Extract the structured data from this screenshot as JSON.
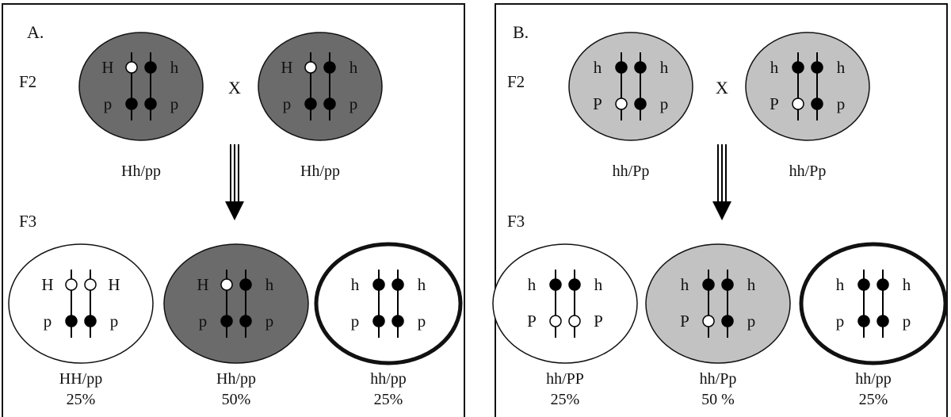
{
  "colors": {
    "dark_cell": "#6b6b6b",
    "light_cell": "#c2c2c2",
    "white_cell": "#ffffff",
    "allele_dominant": "#ffffff",
    "allele_recessive": "#000000",
    "outline": "#111111"
  },
  "panels": [
    {
      "id": "A",
      "label": "A.",
      "f2_label": "F2",
      "cross_symbol": "X",
      "f3_label": "F3",
      "parents": [
        {
          "fill": "dark",
          "genotype": "Hh/pp",
          "rows": [
            {
              "left": "H",
              "right": "h",
              "alleles": [
                "white",
                "black"
              ]
            },
            {
              "left": "p",
              "right": "p",
              "alleles": [
                "black",
                "black"
              ]
            }
          ]
        },
        {
          "fill": "dark",
          "genotype": "Hh/pp",
          "rows": [
            {
              "left": "H",
              "right": "h",
              "alleles": [
                "white",
                "black"
              ]
            },
            {
              "left": "p",
              "right": "p",
              "alleles": [
                "black",
                "black"
              ]
            }
          ]
        }
      ],
      "offspring": [
        {
          "fill": "white",
          "thick": false,
          "genotype": "HH/pp",
          "percent": "25%",
          "rows": [
            {
              "left": "H",
              "right": "H",
              "alleles": [
                "white",
                "white"
              ]
            },
            {
              "left": "p",
              "right": "p",
              "alleles": [
                "black",
                "black"
              ]
            }
          ]
        },
        {
          "fill": "dark",
          "thick": false,
          "genotype": "Hh/pp",
          "percent": "50%",
          "rows": [
            {
              "left": "H",
              "right": "h",
              "alleles": [
                "white",
                "black"
              ]
            },
            {
              "left": "p",
              "right": "p",
              "alleles": [
                "black",
                "black"
              ]
            }
          ]
        },
        {
          "fill": "white",
          "thick": true,
          "genotype": "hh/pp",
          "percent": "25%",
          "rows": [
            {
              "left": "h",
              "right": "h",
              "alleles": [
                "black",
                "black"
              ]
            },
            {
              "left": "p",
              "right": "p",
              "alleles": [
                "black",
                "black"
              ]
            }
          ]
        }
      ]
    },
    {
      "id": "B",
      "label": "B.",
      "f2_label": "F2",
      "cross_symbol": "X",
      "f3_label": "F3",
      "parents": [
        {
          "fill": "light",
          "genotype": "hh/Pp",
          "rows": [
            {
              "left": "h",
              "right": "h",
              "alleles": [
                "black",
                "black"
              ]
            },
            {
              "left": "P",
              "right": "p",
              "alleles": [
                "white",
                "black"
              ]
            }
          ]
        },
        {
          "fill": "light",
          "genotype": "hh/Pp",
          "rows": [
            {
              "left": "h",
              "right": "h",
              "alleles": [
                "black",
                "black"
              ]
            },
            {
              "left": "P",
              "right": "p",
              "alleles": [
                "white",
                "black"
              ]
            }
          ]
        }
      ],
      "offspring": [
        {
          "fill": "white",
          "thick": false,
          "genotype": "hh/PP",
          "percent": "25%",
          "rows": [
            {
              "left": "h",
              "right": "h",
              "alleles": [
                "black",
                "black"
              ]
            },
            {
              "left": "P",
              "right": "P",
              "alleles": [
                "white",
                "white"
              ]
            }
          ]
        },
        {
          "fill": "light",
          "thick": false,
          "genotype": "hh/Pp",
          "percent": "50 %",
          "rows": [
            {
              "left": "h",
              "right": "h",
              "alleles": [
                "black",
                "black"
              ]
            },
            {
              "left": "P",
              "right": "p",
              "alleles": [
                "white",
                "black"
              ]
            }
          ]
        },
        {
          "fill": "white",
          "thick": true,
          "genotype": "hh/pp",
          "percent": "25%",
          "rows": [
            {
              "left": "h",
              "right": "h",
              "alleles": [
                "black",
                "black"
              ]
            },
            {
              "left": "p",
              "right": "p",
              "alleles": [
                "black",
                "black"
              ]
            }
          ]
        }
      ]
    }
  ]
}
